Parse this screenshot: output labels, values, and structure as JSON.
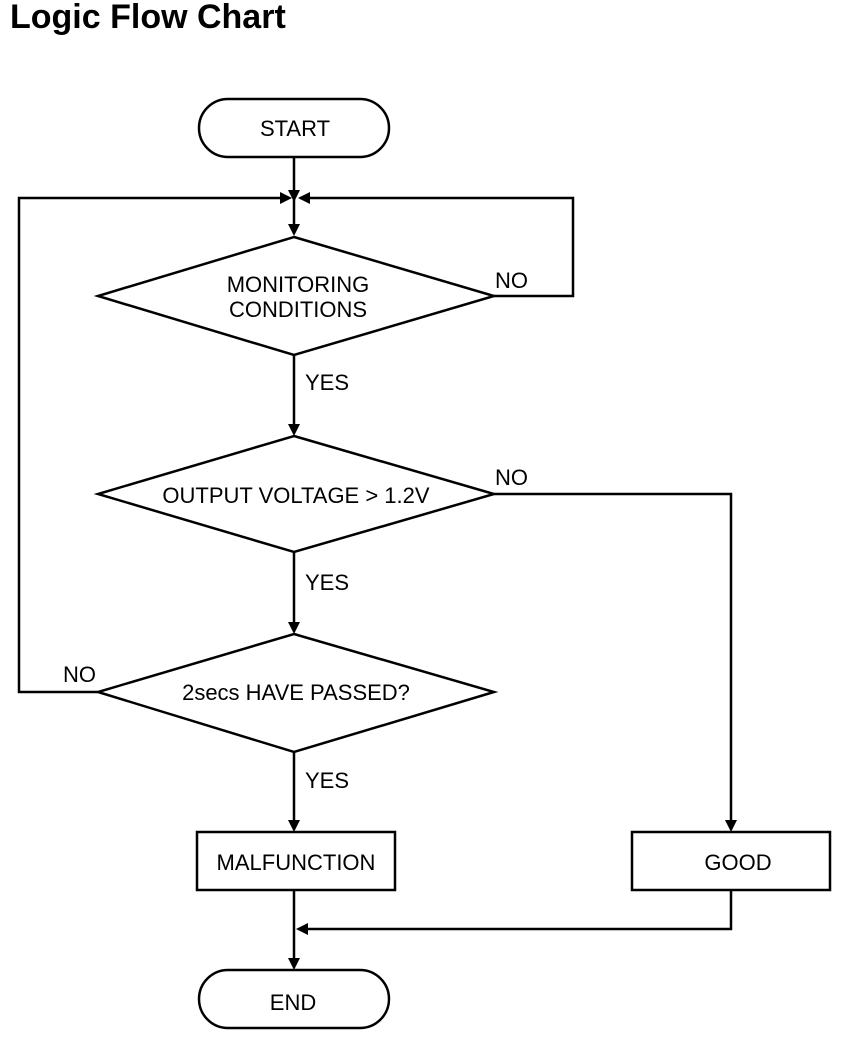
{
  "title": "Logic Flow Chart",
  "nodes": {
    "start": "START",
    "monitoring_line1": "MONITORING",
    "monitoring_line2": "CONDITIONS",
    "output_voltage": "OUTPUT VOLTAGE > 1.2V",
    "two_secs": "2secs HAVE PASSED?",
    "malfunction": "MALFUNCTION",
    "good": "GOOD",
    "end": "END"
  },
  "labels": {
    "monitoring_no": "NO",
    "monitoring_yes": "YES",
    "voltage_no": "NO",
    "voltage_yes": "YES",
    "secs_no": "NO",
    "secs_yes": "YES"
  }
}
